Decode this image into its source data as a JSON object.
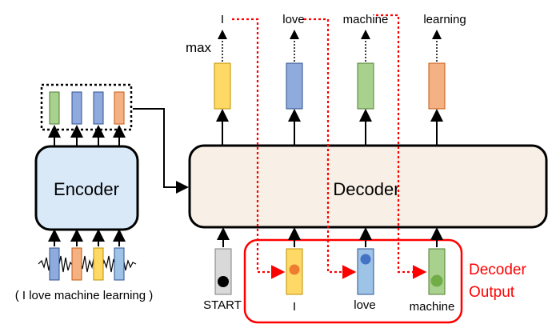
{
  "encoder": {
    "label": "Encoder",
    "input_caption": "( I love machine learning )",
    "vector_colors": [
      "#a9d18e",
      "#8faadc",
      "#8faadc",
      "#f4b183"
    ],
    "input_vector_colors": [
      "#8faadc",
      "#f4b183",
      "#ffd966",
      "#9dc3e6"
    ]
  },
  "decoder": {
    "label": "Decoder",
    "max_label": "max",
    "output_words": [
      "I",
      "love",
      "machine",
      "learning"
    ],
    "output_colors": [
      "#ffd966",
      "#8faadc",
      "#a9d18e",
      "#f4b183"
    ],
    "input_labels": [
      "START",
      "I",
      "love",
      "machine"
    ],
    "input_colors": [
      "#d9d9d9",
      "#ffd966",
      "#9dc3e6",
      "#a9d18e"
    ],
    "dot_colors": [
      "#000000",
      "#ed7d31",
      "#4472c4",
      "#70ad47"
    ]
  },
  "decoder_output_label": [
    "Decoder",
    "Output"
  ],
  "colors": {
    "accent_red": "#ff0000",
    "encoder_fill": "#dae9f8",
    "decoder_fill": "#f8f0e6"
  }
}
